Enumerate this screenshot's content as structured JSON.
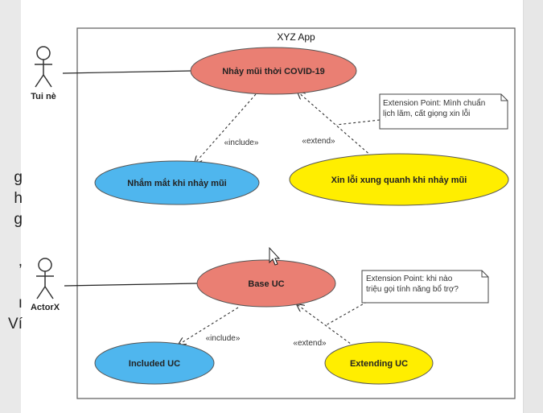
{
  "system": {
    "title": "XYZ App"
  },
  "actors": [
    {
      "id": "actor1",
      "name": "Tui nè"
    },
    {
      "id": "actor2",
      "name": "ActorX"
    }
  ],
  "use_cases": [
    {
      "id": "uc1",
      "label": "Nhảy mũi thời COVID-19",
      "color": "#ea7f73"
    },
    {
      "id": "uc2",
      "label": "Nhắm mắt khi nhảy mũi",
      "color": "#4fb6ee"
    },
    {
      "id": "uc3",
      "label": "Xin lỗi xung quanh khi nhảy mũi",
      "color": "#ffee00"
    },
    {
      "id": "uc4",
      "label": "Base UC",
      "color": "#ea7f73"
    },
    {
      "id": "uc5",
      "label": "Included UC",
      "color": "#4fb6ee"
    },
    {
      "id": "uc6",
      "label": "Extending UC",
      "color": "#ffee00"
    }
  ],
  "relations": {
    "include1": "«include»",
    "extend1": "«extend»",
    "include2": "«include»",
    "extend2": "«extend»"
  },
  "notes": [
    {
      "id": "note1",
      "lines": [
        "Extension Point: Mình chuẩn",
        "lịch lãm, cất giọng xin lỗi"
      ]
    },
    {
      "id": "note2",
      "lines": [
        "Extension Point: khi nào",
        "triệu gọi tính năng bổ trợ?"
      ]
    }
  ],
  "background_text": [
    "g",
    "h",
    "g",
    "",
    ",",
    "",
    "ı",
    "Ví"
  ]
}
